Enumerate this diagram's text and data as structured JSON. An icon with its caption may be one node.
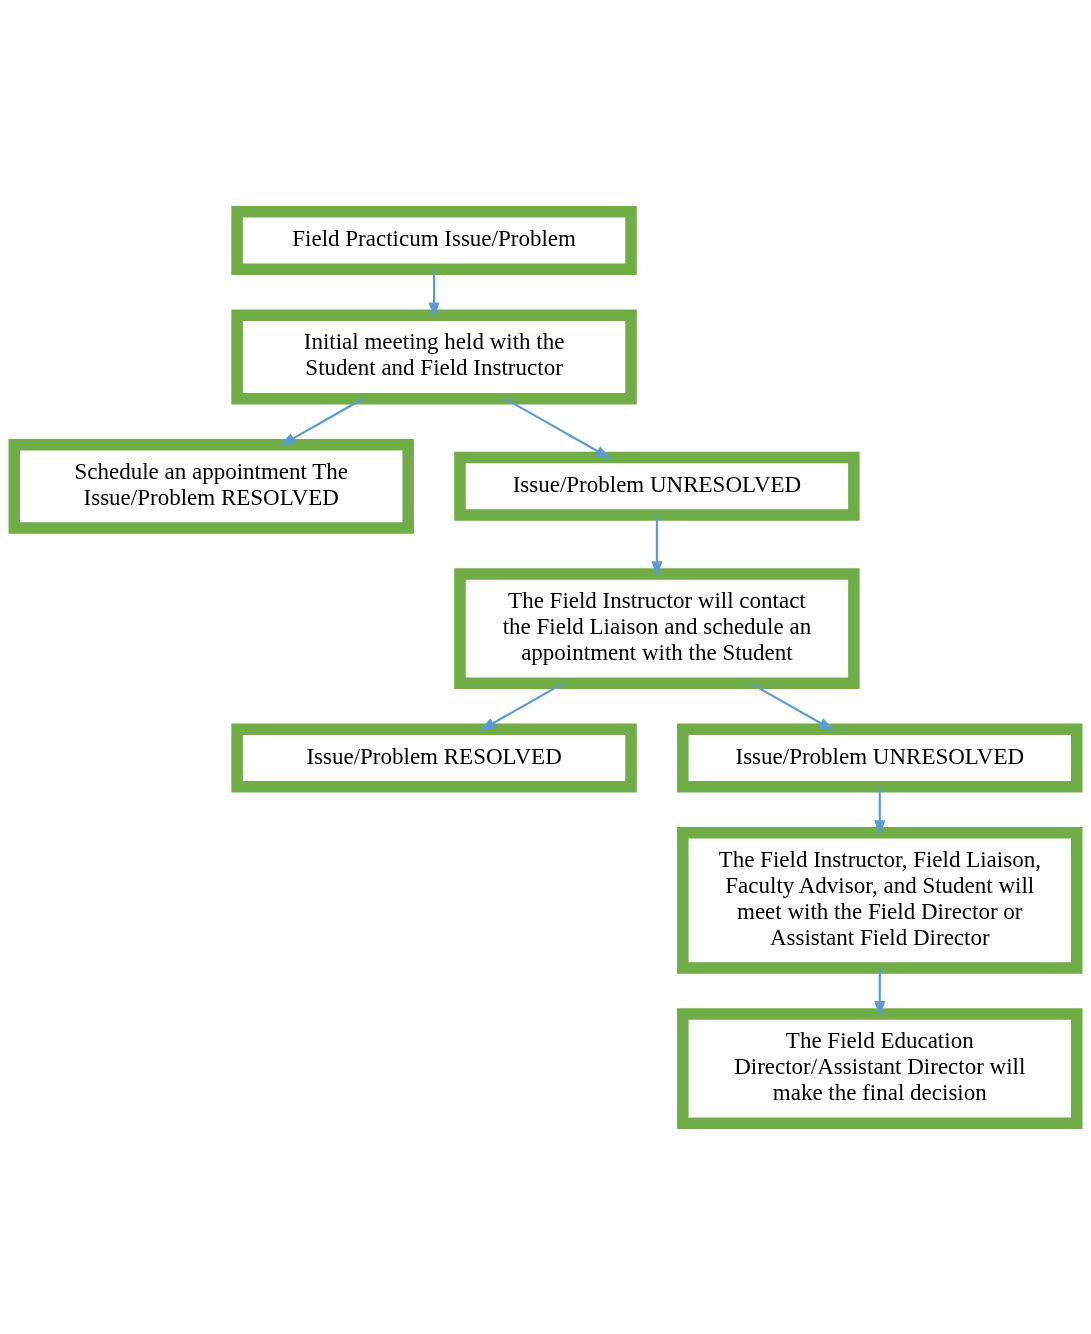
{
  "diagram": {
    "nodes": [
      {
        "text": [
          "Field Practicum Issue/Problem"
        ]
      },
      {
        "text": [
          "Initial meeting held with the Student and Field Instructor"
        ]
      },
      {
        "text": [
          "Schedule an appointment The Issue/Problem RESOLVED"
        ]
      },
      {
        "text": [
          "Issue/Problem UNRESOLVED"
        ]
      },
      {
        "text": [
          "The Field Instructor will contact the Field Liaison and schedule an appointment with the Student"
        ]
      },
      {
        "text": [
          "Issue/Problem RESOLVED"
        ]
      },
      {
        "text": [
          "Issue/Problem UNRESOLVED"
        ]
      },
      {
        "text": [
          "The Field Instructor, Field Liaison, Faculty Advisor, and Student will meet with the Field Director or Assistant Field Director"
        ]
      },
      {
        "text": [
          "The Field Education Director/Assistant Director will make the final decision"
        ]
      }
    ],
    "edges": [
      {
        "from": 0,
        "to": 1,
        "arrow": "to"
      },
      {
        "from": 1,
        "to": 2,
        "arrow": "to"
      },
      {
        "from": 1,
        "to": 3,
        "arrow": "to"
      },
      {
        "from": 3,
        "to": 4,
        "arrow": "to"
      },
      {
        "from": 4,
        "to": 5,
        "arrow": "to"
      },
      {
        "from": 4,
        "to": 6,
        "arrow": "to"
      },
      {
        "from": 6,
        "to": 7,
        "arrow": "to"
      },
      {
        "from": 7,
        "to": 8,
        "arrow": "to"
      }
    ]
  }
}
